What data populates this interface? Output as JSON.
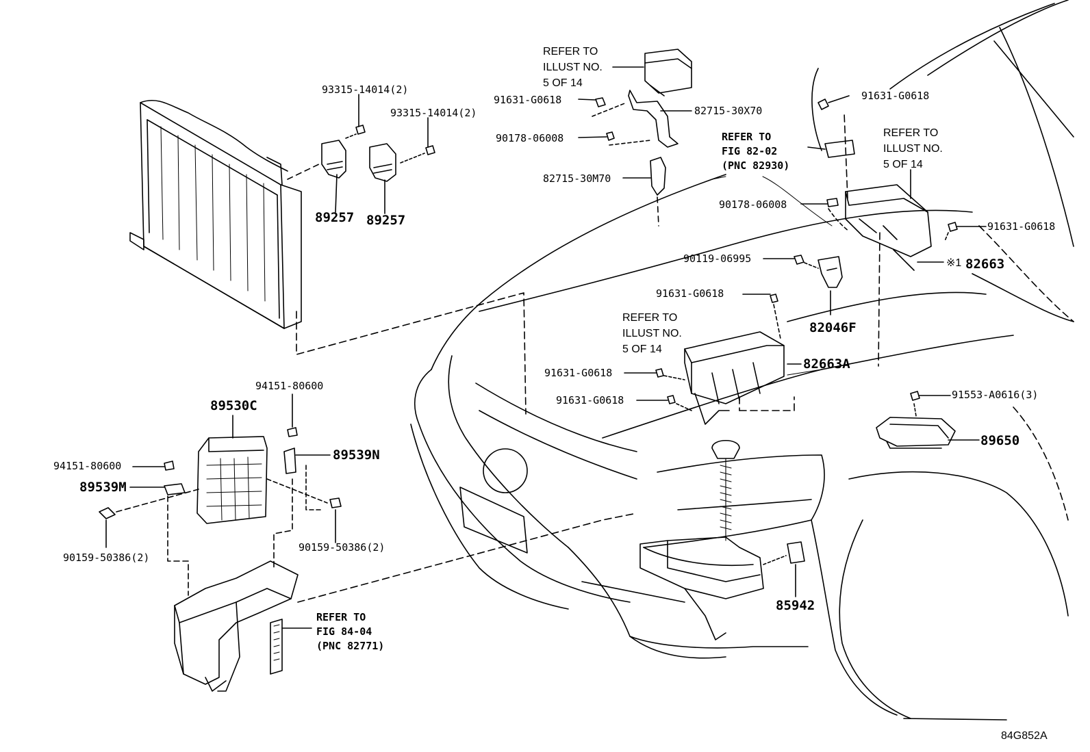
{
  "colors": {
    "line": "#000000",
    "background": "#ffffff"
  },
  "labels": {
    "p93315_a": "93315-14014(2)",
    "p93315_b": "93315-14014(2)",
    "p89257_a": "89257",
    "p89257_b": "89257",
    "ref_top": "REFER TO\nILLUST NO.\n5 OF 14",
    "p91631_top": "91631-G0618",
    "p82715_30x70": "82715-30X70",
    "p90178_top": "90178-06008",
    "p82715_30m70": "82715-30M70",
    "p91631_tr": "91631-G0618",
    "ref_fig8202": "REFER TO\nFIG 82-02\n(PNC 82930)",
    "ref_right": "REFER TO\nILLUST NO.\n5 OF 14",
    "p90178_mid": "90178-06008",
    "p91631_right": "91631-G0618",
    "p82663_mark": "※1",
    "p82663": "82663",
    "p90119": "90119-06995",
    "p91631_mid": "91631-G0618",
    "ref_mid": "REFER TO\nILLUST NO.\n5 OF 14",
    "p82046f": "82046F",
    "p82663a": "82663A",
    "p91631_low1": "91631-G0618",
    "p91631_low2": "91631-G0618",
    "p94151_top": "94151-80600",
    "p89530c": "89530C",
    "p89539n": "89539N",
    "p94151_left": "94151-80600",
    "p89539m": "89539M",
    "p90159_right": "90159-50386(2)",
    "p90159_left": "90159-50386(2)",
    "ref_fig8404": "REFER TO\nFIG 84-04\n(PNC 82771)",
    "p91553": "91553-A0616(3)",
    "p89650": "89650",
    "p85942": "85942",
    "diagram_code": "84G852A"
  }
}
